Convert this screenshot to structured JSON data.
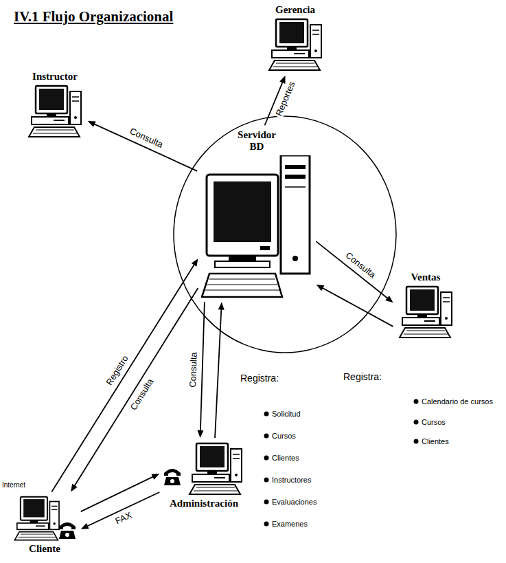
{
  "diagram": {
    "title": "IV.1 Flujo Organizacional",
    "nodes": [
      {
        "text": [
          "Gerencia"
        ]
      },
      {
        "text": [
          "Instructor"
        ]
      },
      {
        "text": [
          "Servidor BD"
        ]
      },
      {
        "text": [
          "Ventas"
        ]
      },
      {
        "text": [
          "Administración"
        ]
      },
      {
        "text": [
          "Cliente"
        ]
      }
    ],
    "edges": [
      {
        "from": 2,
        "to": 0,
        "label": "Reportes",
        "arrow": "to"
      },
      {
        "from": 2,
        "to": 1,
        "label": "Consulta",
        "arrow": "to"
      },
      {
        "from": 2,
        "to": 3,
        "label": "Consulta",
        "arrow": "to"
      },
      {
        "from": 3,
        "to": 2,
        "arrow": "to"
      },
      {
        "from": 2,
        "to": 4,
        "label": "Consulta",
        "arrow": "to"
      },
      {
        "from": 4,
        "to": 2,
        "arrow": "to"
      },
      {
        "from": 5,
        "to": 2,
        "label": "Registro",
        "arrow": "to"
      },
      {
        "from": 2,
        "to": 5,
        "label": "Consulta",
        "arrow": "to"
      },
      {
        "from": 5,
        "to": 4,
        "arrow": "to"
      },
      {
        "from": 4,
        "to": 5,
        "label": "FAX",
        "arrow": "to"
      }
    ],
    "labels": [
      "Internet",
      "Registra:",
      "Solicitud",
      "Cursos",
      "Clientes",
      "Instructores",
      "Evaluaciones",
      "Examenes",
      "Registra:",
      "Calendario de cursos",
      "Cursos",
      "Clientes"
    ]
  }
}
